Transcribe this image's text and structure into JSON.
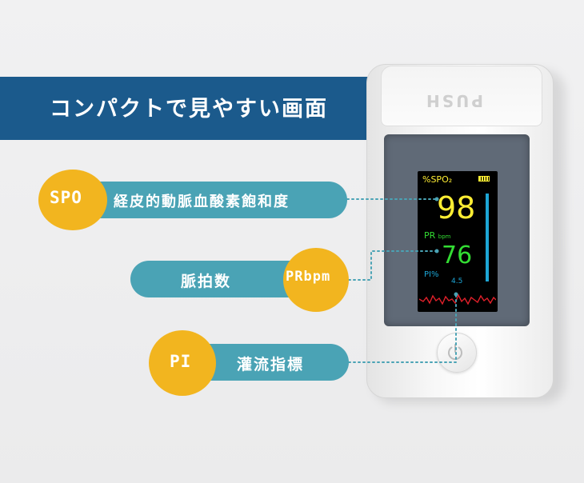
{
  "banner": {
    "title": "コンパクトで見やすい画面"
  },
  "device": {
    "push_label": "PUSH",
    "screen": {
      "spo2_label": "%SPO₂",
      "spo2_value": "98",
      "pr_label": "PR",
      "pr_unit": "bpm",
      "pr_value": "76",
      "pi_label": "PI%",
      "pi_value": "4.5"
    }
  },
  "callouts": [
    {
      "badge": "SPO",
      "label": "経皮的動脈血酸素飽和度"
    },
    {
      "badge": "PRbpm",
      "label": "脈拍数"
    },
    {
      "badge": "PI",
      "label": "灌流指標"
    }
  ],
  "colors": {
    "banner": "#1b5a8c",
    "pill": "#4aa3b5",
    "badge": "#f2b51f",
    "spo2": "#ffee33",
    "pr": "#33dd33",
    "pi": "#1da6d6",
    "wave": "#e0202a"
  }
}
